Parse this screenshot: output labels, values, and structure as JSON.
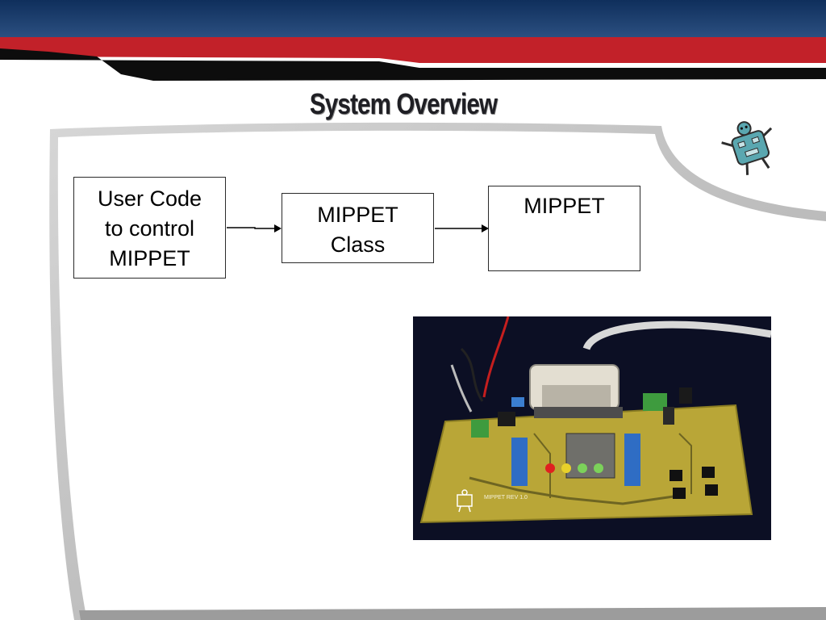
{
  "slide": {
    "title": "System Overview",
    "colors": {
      "banner_blue": "#173a6b",
      "banner_red": "#c4202a",
      "swoosh_black": "#0d0d0d",
      "panel_grey": "#bcbcbc",
      "mascot_teal": "#5aa7b0"
    }
  },
  "diagram": {
    "nodes": [
      {
        "id": "user_code",
        "lines": [
          "User Code",
          "to control",
          "MIPPET"
        ]
      },
      {
        "id": "mippet_class",
        "lines": [
          "MIPPET",
          "Class"
        ]
      },
      {
        "id": "mippet_board",
        "lines": [
          "MIPPET"
        ]
      }
    ],
    "edges": [
      {
        "from": "user_code",
        "to": "mippet_class"
      },
      {
        "from": "mippet_class",
        "to": "mippet_board"
      }
    ]
  },
  "photo": {
    "subject": "MIPPET circuit board photo",
    "board_label": "MIPPET REV 1.0",
    "icon": "robot-logo-icon"
  },
  "mascot": {
    "icon": "robot-mascot-icon"
  }
}
